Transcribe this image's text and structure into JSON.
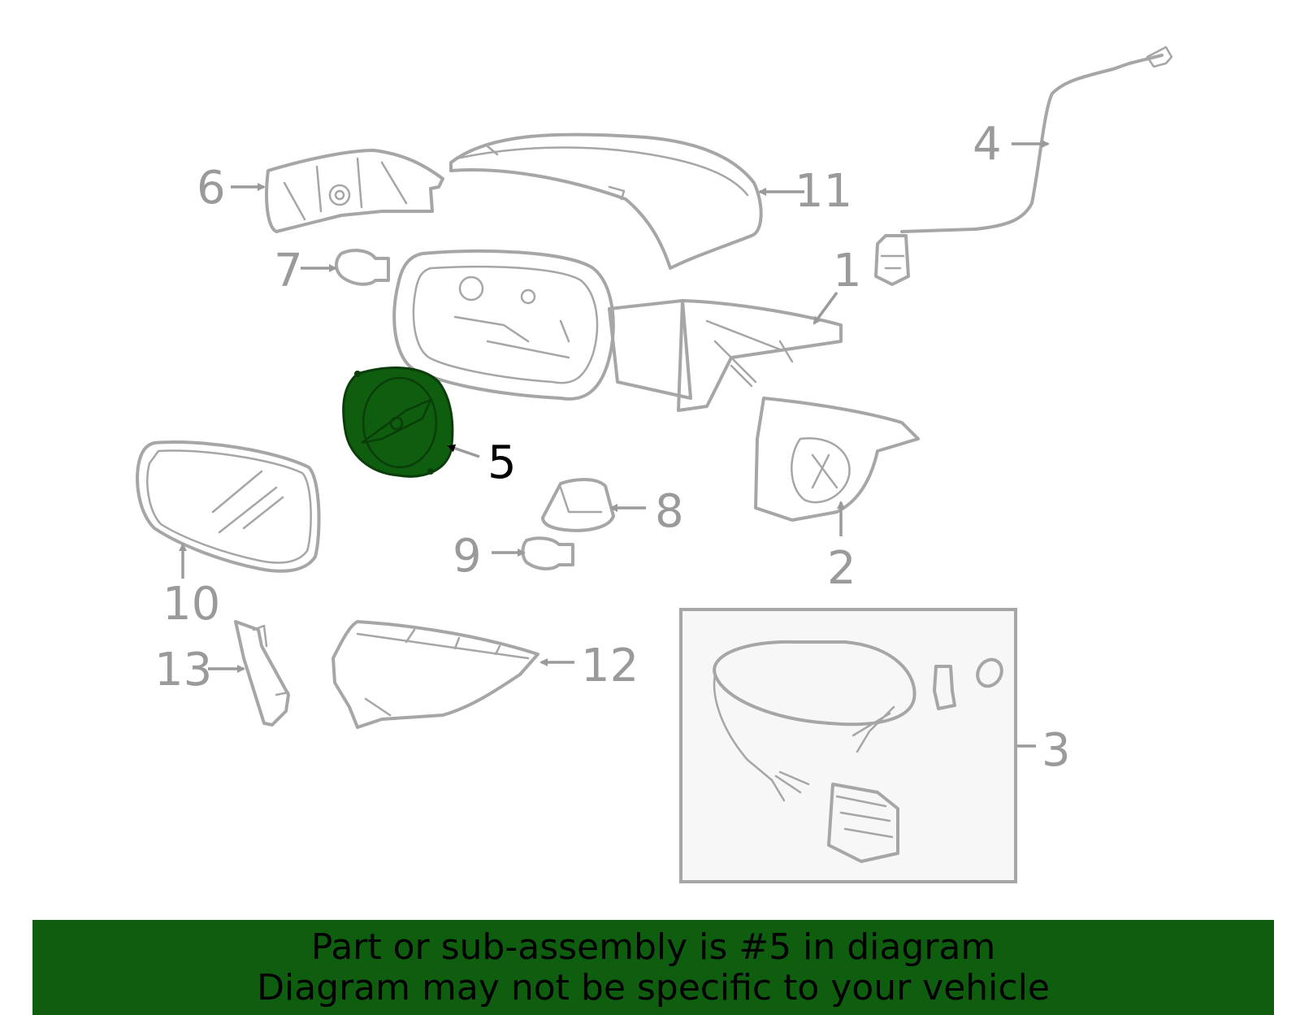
{
  "diagram": {
    "callouts": [
      {
        "id": "1",
        "label": "1"
      },
      {
        "id": "2",
        "label": "2"
      },
      {
        "id": "3",
        "label": "3"
      },
      {
        "id": "4",
        "label": "4"
      },
      {
        "id": "5",
        "label": "5",
        "highlighted": true
      },
      {
        "id": "6",
        "label": "6"
      },
      {
        "id": "7",
        "label": "7"
      },
      {
        "id": "8",
        "label": "8"
      },
      {
        "id": "9",
        "label": "9"
      },
      {
        "id": "10",
        "label": "10"
      },
      {
        "id": "11",
        "label": "11"
      },
      {
        "id": "12",
        "label": "12"
      },
      {
        "id": "13",
        "label": "13"
      }
    ],
    "highlight_color": "#0f5e0f",
    "line_color": "#a6a6a6",
    "label_color": "#9a9a9a"
  },
  "banner": {
    "line1": "Part or sub-assembly is #5 in diagram",
    "line2": "Diagram may not be specific to your vehicle",
    "background": "#0f5e0f"
  }
}
